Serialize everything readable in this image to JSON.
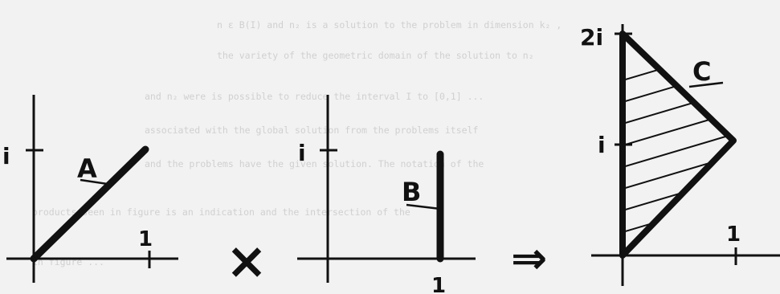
{
  "colors": {
    "background": "#f2f2f2",
    "ink": "#111111",
    "bleed_text": "#d0d0d0"
  },
  "background_text_lines": [
    "n  ε B(I)   and   n₂   is a solution to the problem in dimension k₂ ,",
    "         the variety of the geometric domain of the solution to n₂",
    "   and  n₂   were  is possible  to reduce the interval I to [0,1] ...",
    "        associated with the global solution from the problems itself",
    "   and the  problems  have the  given  solution.  The notation  of the",
    "   products  seen  in figure  is  an  indication  and  the  intersection  of the",
    "   in figure ..."
  ],
  "panel_a": {
    "tick_y": "i",
    "tick_x": "1",
    "curve_label": "A"
  },
  "operator_times": "×",
  "panel_b": {
    "tick_y": "i",
    "tick_x": "1",
    "curve_label": "B"
  },
  "operator_implies": "⇒",
  "panel_c": {
    "tick_top": "2i",
    "tick_mid": "i",
    "tick_x": "1",
    "region_label": "C"
  }
}
